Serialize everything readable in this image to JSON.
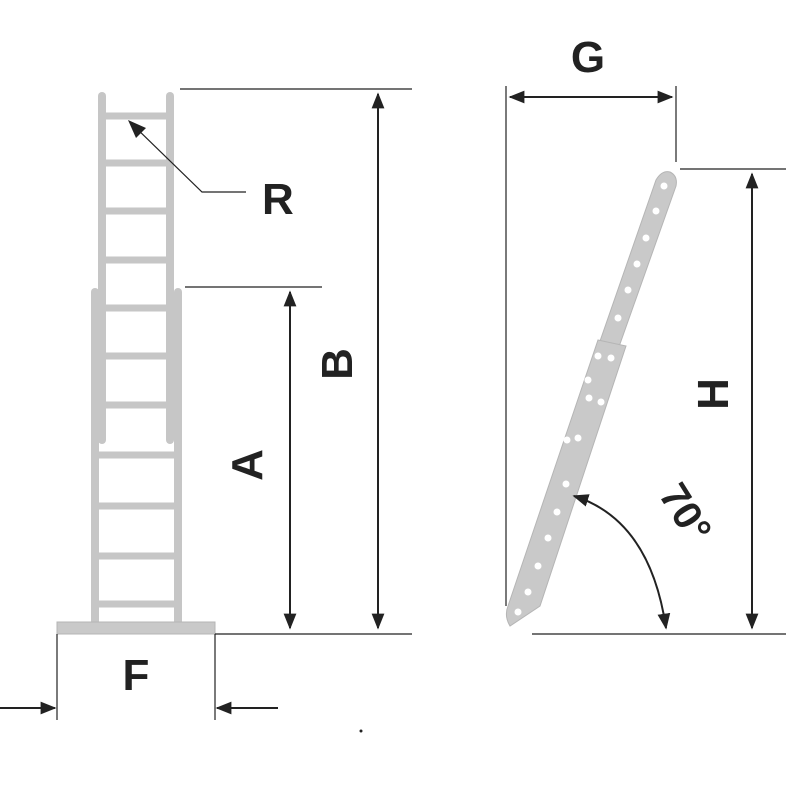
{
  "labels": {
    "A": "A",
    "B": "B",
    "F": "F",
    "G": "G",
    "H": "H",
    "R": "R",
    "angle": "70°"
  },
  "colors": {
    "ladder": "#c6c6c6",
    "line": "#222222",
    "background": "#ffffff"
  }
}
